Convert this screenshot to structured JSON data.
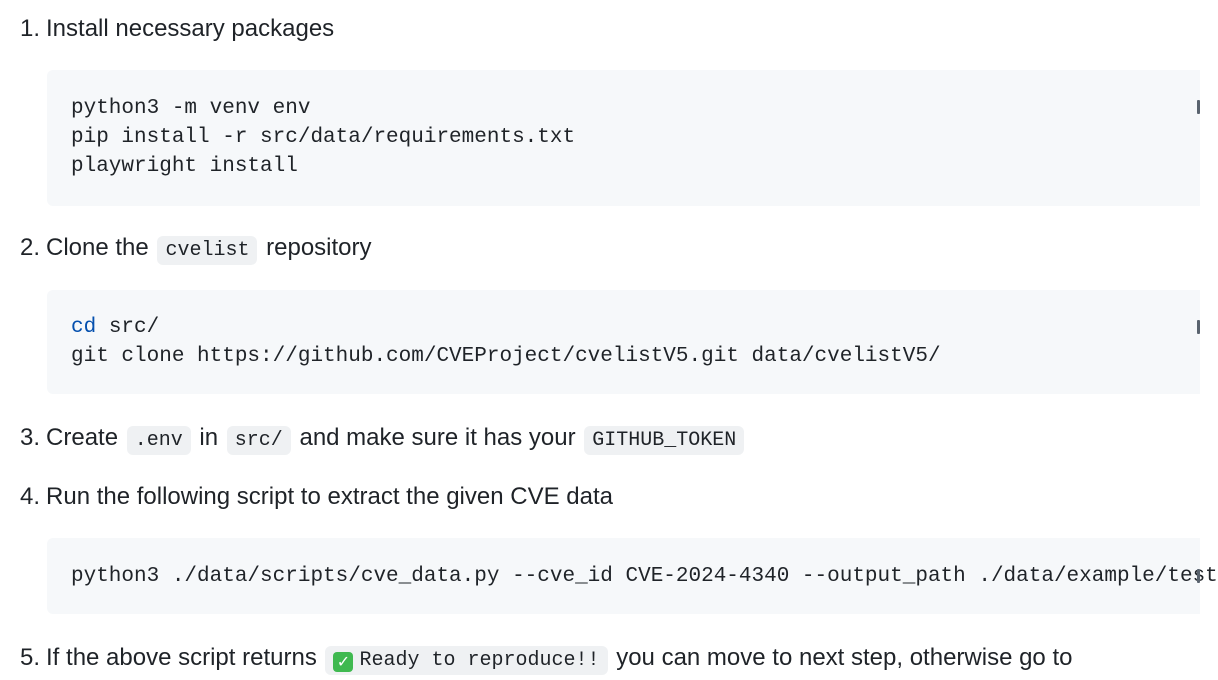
{
  "steps": [
    {
      "number": "1.",
      "text": "Install necessary packages",
      "code_lines": [
        "python3 -m venv env",
        "pip install -r src/data/requirements.txt",
        "playwright install"
      ]
    },
    {
      "number": "2.",
      "text_before": "Clone the",
      "inline_code": "cvelist",
      "text_after": "repository",
      "code_keyword": "cd",
      "code_line1_rest": " src/",
      "code_line2": "git clone https://github.com/CVEProject/cvelistV5.git data/cvelistV5/"
    },
    {
      "number": "3.",
      "text_a": "Create",
      "code_a": ".env",
      "text_b": "in",
      "code_b": "src/",
      "text_c": "and make sure it has your",
      "code_c": "GITHUB_TOKEN"
    },
    {
      "number": "4.",
      "text": "Run the following script to extract the given CVE data",
      "code_line": "python3 ./data/scripts/cve_data.py --cve_id CVE-2024-4340 --output_path ./data/example/test"
    },
    {
      "number": "5.",
      "text_before": "If the above script returns",
      "check_icon": "white-check-mark-icon",
      "inline_code": "Ready to reproduce!!",
      "text_after": "you can move to next step, otherwise go to"
    }
  ],
  "colors": {
    "text": "#1f2328",
    "code_block_bg": "#f6f8fa",
    "inline_code_bg": "#eff1f3",
    "keyword": "#0550ae",
    "check_green": "#3fb950"
  }
}
